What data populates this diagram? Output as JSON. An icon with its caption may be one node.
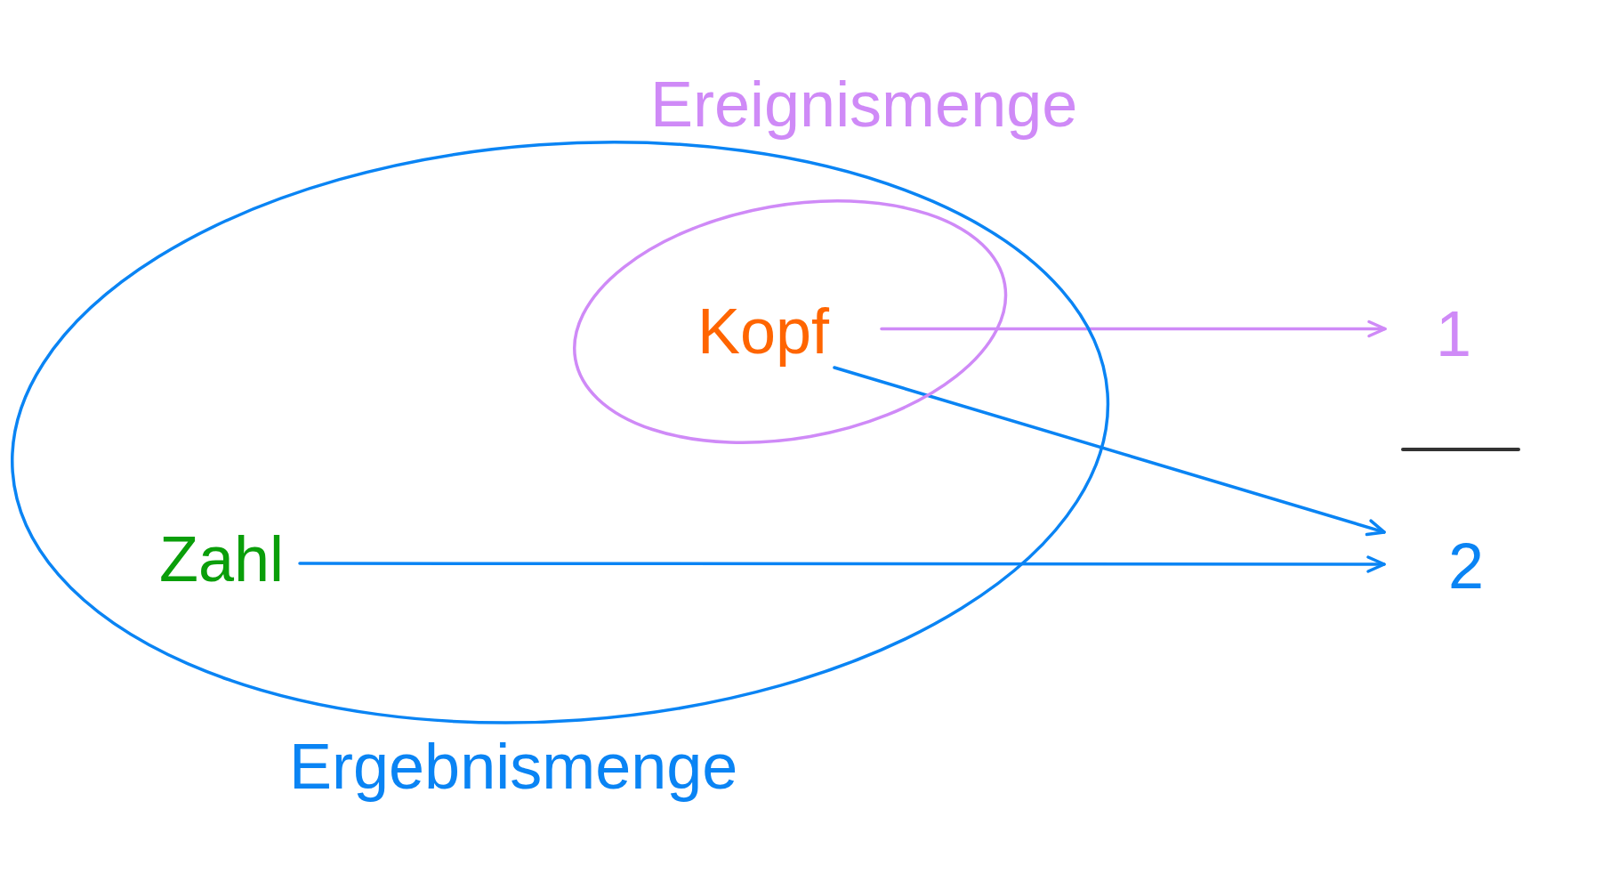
{
  "diagram": {
    "nodes": [
      {
        "text": [
          "Ergebnismenge"
        ]
      },
      {
        "text": [
          "Ereignismenge"
        ],
        "in": 0
      },
      {
        "text": [
          "Kopf"
        ],
        "in": 1
      },
      {
        "text": [
          "Zahl"
        ],
        "in": 0
      },
      {
        "text": [
          "1"
        ]
      },
      {
        "text": [
          "2"
        ]
      }
    ],
    "edges": [
      {
        "from": 2,
        "to": 4,
        "arrow": "to",
        "color": "#cf8af7"
      },
      {
        "from": 2,
        "to": 5,
        "arrow": "to"
      },
      {
        "from": 3,
        "to": 5,
        "arrow": "to"
      }
    ]
  }
}
